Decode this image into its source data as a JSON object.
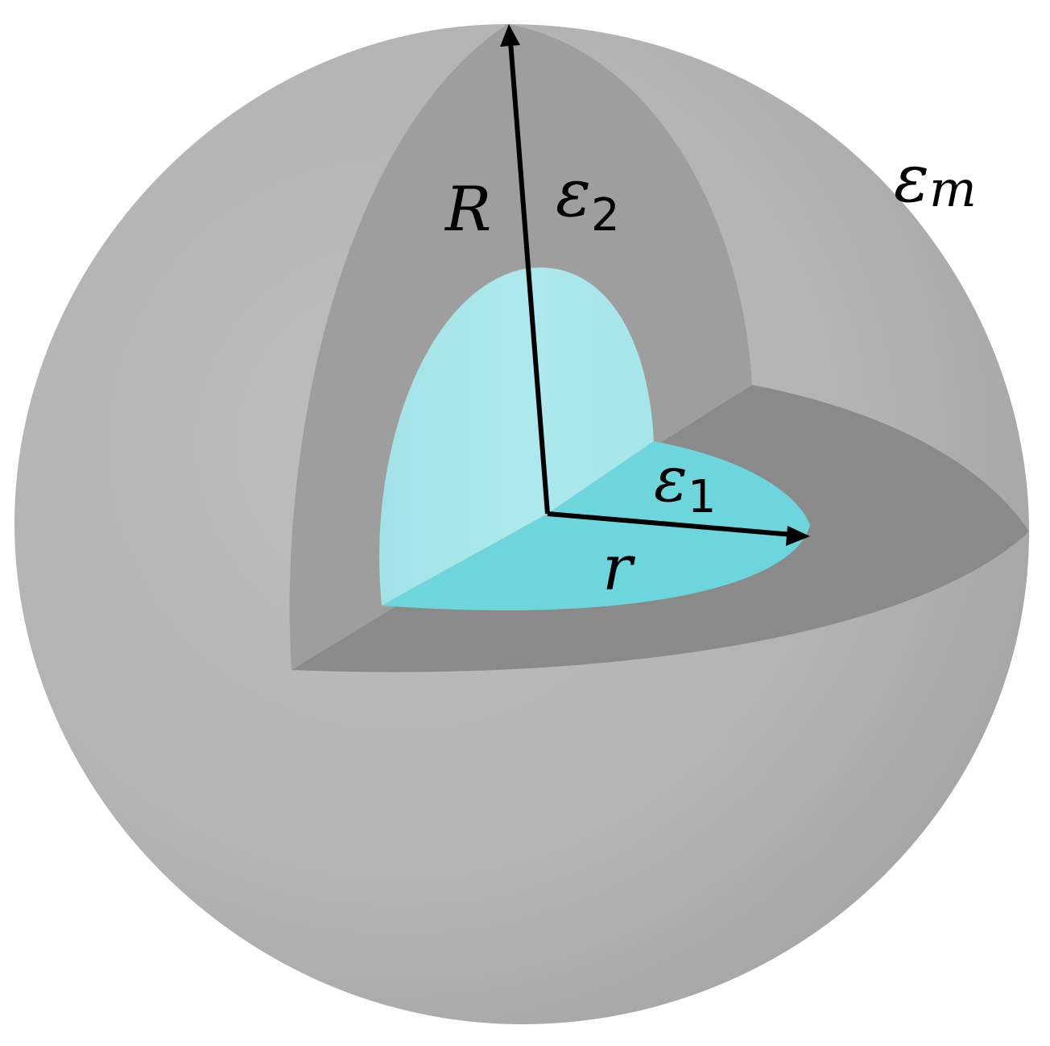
{
  "diagram": {
    "labels": {
      "outer_radius": "R",
      "inner_radius": "r",
      "core_permittivity_symbol": "ε",
      "core_permittivity_subscript": "1",
      "shell_permittivity_symbol": "ε",
      "shell_permittivity_subscript": "2",
      "medium_permittivity_symbol": "ε",
      "medium_permittivity_subscript": "m"
    },
    "colors": {
      "sphere_outer": "#b4b4b4",
      "shell_cut_vertical": "#9e9e9e",
      "shell_cut_horizontal": "#8c8c8c",
      "core_vertical": "#a8e6ea",
      "core_horizontal": "#6cd6dc",
      "arrow": "#000000"
    }
  }
}
